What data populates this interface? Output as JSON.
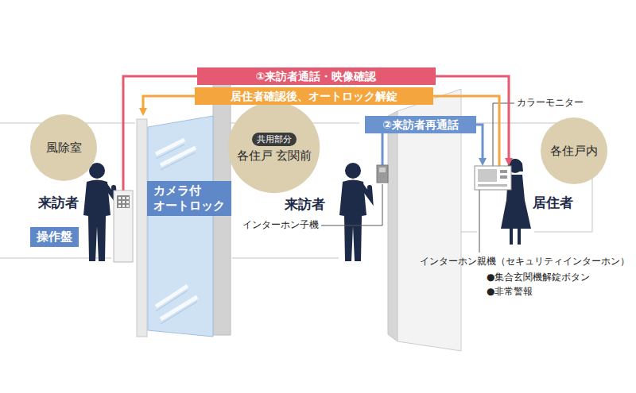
{
  "diagram": {
    "nodes": [
      {
        "text": [
          "風除室"
        ]
      },
      {
        "text": [
          "操作盤"
        ]
      },
      {
        "text": [
          "カメラ付 オートロック"
        ]
      },
      {
        "text": [
          "共用部分",
          "各住戸 玄関前"
        ]
      },
      {
        "text": [
          "インターホン子機"
        ]
      },
      {
        "text": [
          "カラーモニター",
          "インターホン親機（セキュリティインターホン）",
          "●集合玄関機解錠ボタン",
          "●非常警報"
        ]
      },
      {
        "text": [
          "各住戸内"
        ]
      }
    ],
    "edges": [
      {
        "from": 1,
        "to": 5,
        "arrow": "to",
        "label": "①来訪者通話・映像確認"
      },
      {
        "from": 5,
        "to": 2,
        "arrow": "to",
        "label": "居住者確認後、オートロック解錠"
      },
      {
        "from": 4,
        "to": 5,
        "arrow": "to",
        "label": "②来訪者再通話"
      }
    ],
    "labels": [
      "来訪者",
      "来訪者",
      "居住者"
    ]
  }
}
